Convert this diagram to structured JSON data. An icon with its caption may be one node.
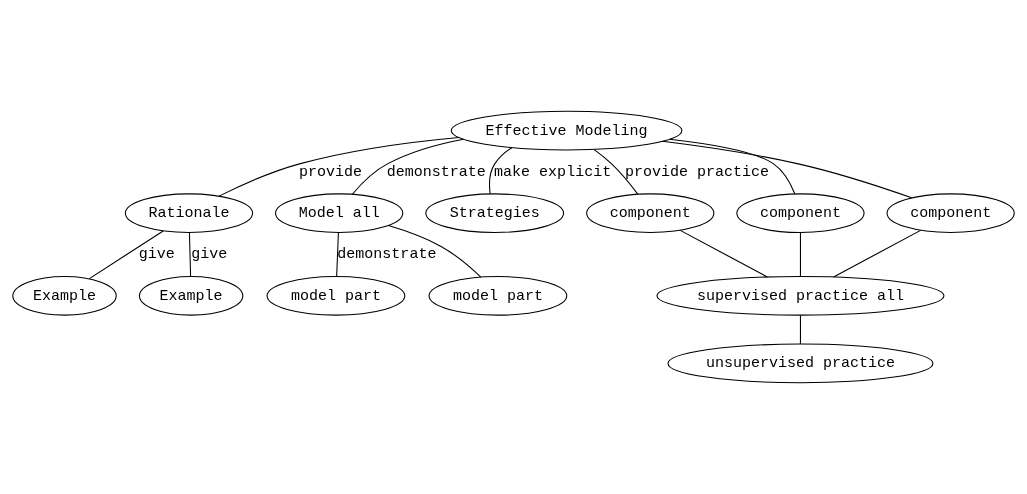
{
  "diagram": {
    "nodes": [
      {
        "text": [
          "Effective Modeling"
        ]
      },
      {
        "text": [
          "Rationale"
        ]
      },
      {
        "text": [
          "Model all"
        ]
      },
      {
        "text": [
          "Strategies"
        ]
      },
      {
        "text": [
          "component"
        ]
      },
      {
        "text": [
          "component"
        ]
      },
      {
        "text": [
          "component"
        ]
      },
      {
        "text": [
          "Example"
        ]
      },
      {
        "text": [
          "Example"
        ]
      },
      {
        "text": [
          "model part"
        ]
      },
      {
        "text": [
          "model part"
        ]
      },
      {
        "text": [
          "supervised practice all"
        ]
      },
      {
        "text": [
          "unsupervised practice"
        ]
      }
    ],
    "edges": [
      {
        "from": 0,
        "to": 1,
        "arrow": "none",
        "label": "provide"
      },
      {
        "from": 0,
        "to": 2,
        "arrow": "none",
        "label": "demonstrate"
      },
      {
        "from": 0,
        "to": 3,
        "arrow": "none",
        "label": "make explicit"
      },
      {
        "from": 0,
        "to": 4,
        "arrow": "none",
        "label": "provide practice"
      },
      {
        "from": 0,
        "to": 6,
        "arrow": "none"
      },
      {
        "from": 0,
        "to": 5,
        "arrow": "none"
      },
      {
        "from": 1,
        "to": 7,
        "arrow": "none",
        "label": "give"
      },
      {
        "from": 1,
        "to": 8,
        "arrow": "none",
        "label": "give"
      },
      {
        "from": 2,
        "to": 9,
        "arrow": "none",
        "label": "demonstrate"
      },
      {
        "from": 2,
        "to": 10,
        "arrow": "none"
      },
      {
        "from": 4,
        "to": 11,
        "arrow": "none"
      },
      {
        "from": 6,
        "to": 11,
        "arrow": "none"
      },
      {
        "from": 5,
        "to": 11,
        "arrow": "none"
      },
      {
        "from": 11,
        "to": 12,
        "arrow": "none"
      }
    ]
  }
}
